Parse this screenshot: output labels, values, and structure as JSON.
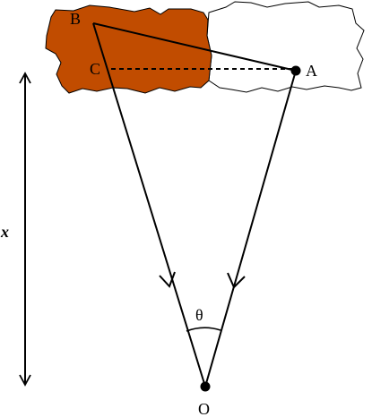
{
  "points": {
    "a": "A",
    "b": "B",
    "c": "C",
    "o": "O"
  },
  "angle_label": "θ",
  "distance_label": "x",
  "colors": {
    "filled_region": "#c14c00",
    "outline": "#000000",
    "background": "#ffffff"
  }
}
